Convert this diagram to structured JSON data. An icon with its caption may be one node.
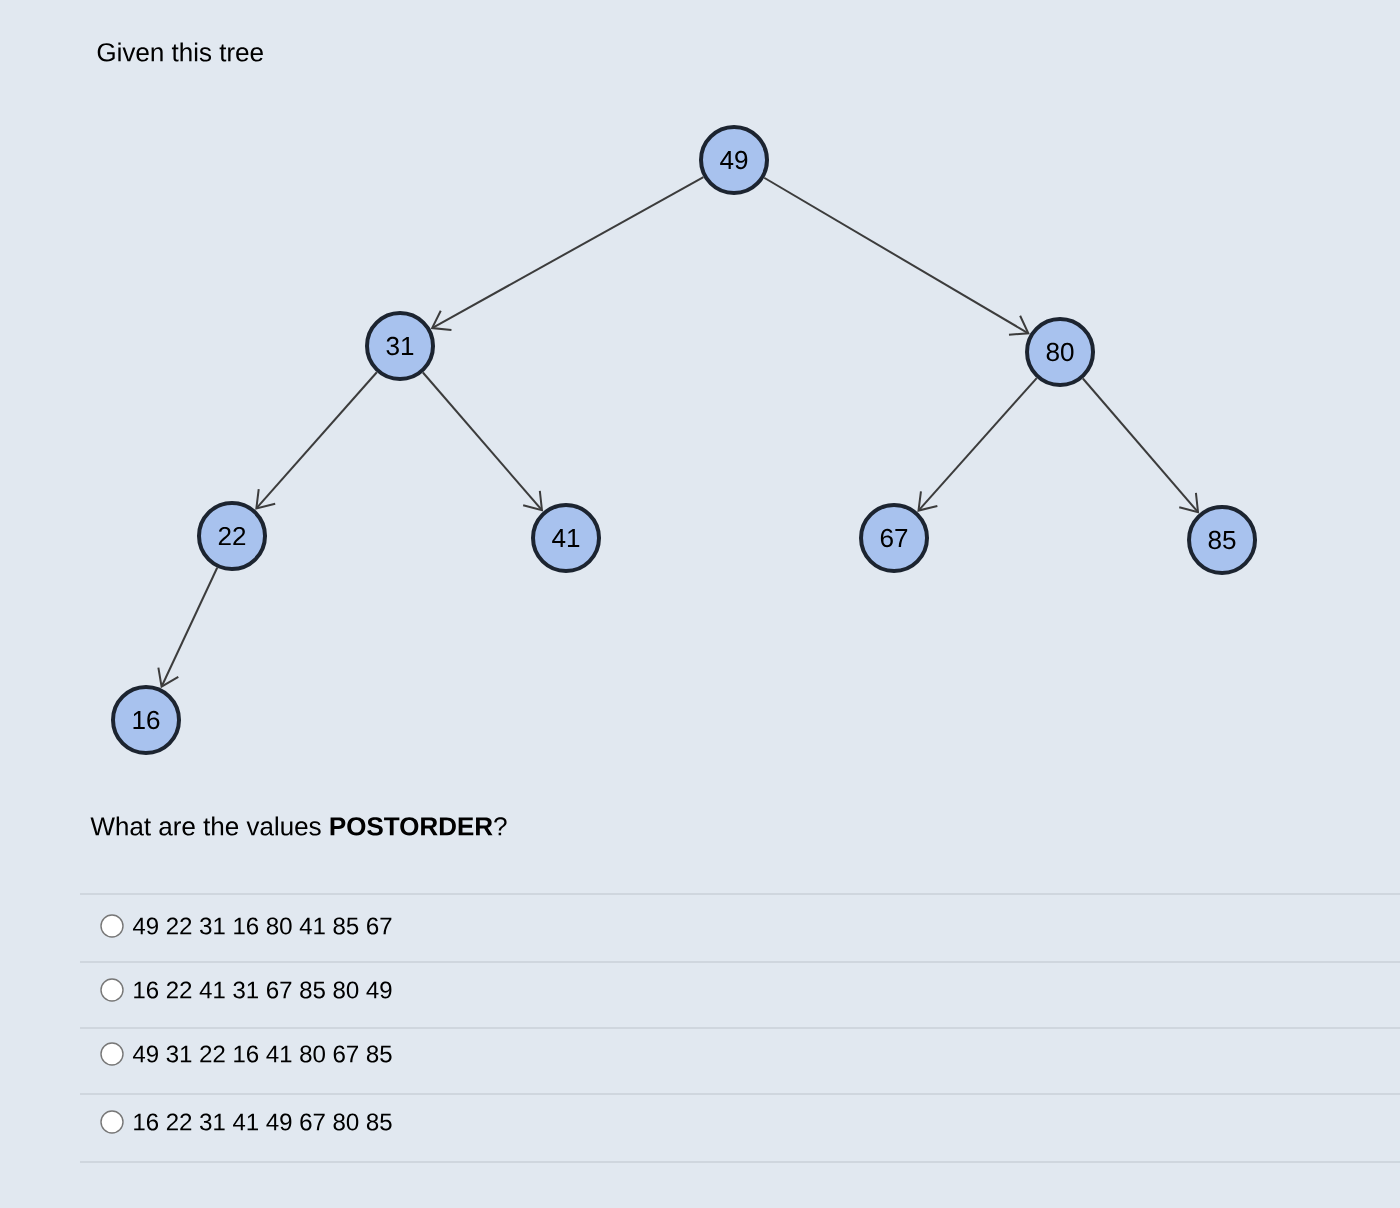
{
  "diagram": {
    "title": "Given this tree",
    "nodes": [
      {
        "text": [
          "49"
        ]
      },
      {
        "text": [
          "31"
        ]
      },
      {
        "text": [
          "80"
        ]
      },
      {
        "text": [
          "22"
        ]
      },
      {
        "text": [
          "41"
        ]
      },
      {
        "text": [
          "67"
        ]
      },
      {
        "text": [
          "85"
        ]
      },
      {
        "text": [
          "16"
        ]
      }
    ],
    "edges": [
      {
        "from": 0,
        "to": 1,
        "arrow": "to"
      },
      {
        "from": 0,
        "to": 2,
        "arrow": "to"
      },
      {
        "from": 1,
        "to": 3,
        "arrow": "to"
      },
      {
        "from": 1,
        "to": 4,
        "arrow": "to"
      },
      {
        "from": 2,
        "to": 5,
        "arrow": "to"
      },
      {
        "from": 2,
        "to": 6,
        "arrow": "to"
      },
      {
        "from": 3,
        "to": 7,
        "arrow": "to"
      }
    ],
    "labels": [
      "What are the values **POSTORDER**?",
      "49 22 31 16 80 41 85 67",
      "16 22 41 31 67 85 80 49",
      "49 31 22 16 41 80 67 85",
      "16 22 31 41 49 67 80 85"
    ]
  }
}
